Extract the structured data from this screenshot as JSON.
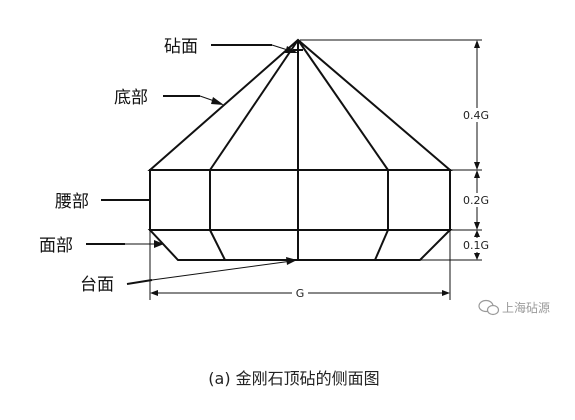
{
  "labels": {
    "table": "砧面",
    "crown": "底部",
    "girdle": "腰部",
    "pavilion": "面部",
    "culet": "台面"
  },
  "dimensions": {
    "crown_height": "0.4G",
    "girdle_height": "0.2G",
    "pavilion_height": "0.1G",
    "width": "G"
  },
  "watermark": "上海砧源",
  "caption": "(a) 金刚石顶砧的侧面图"
}
